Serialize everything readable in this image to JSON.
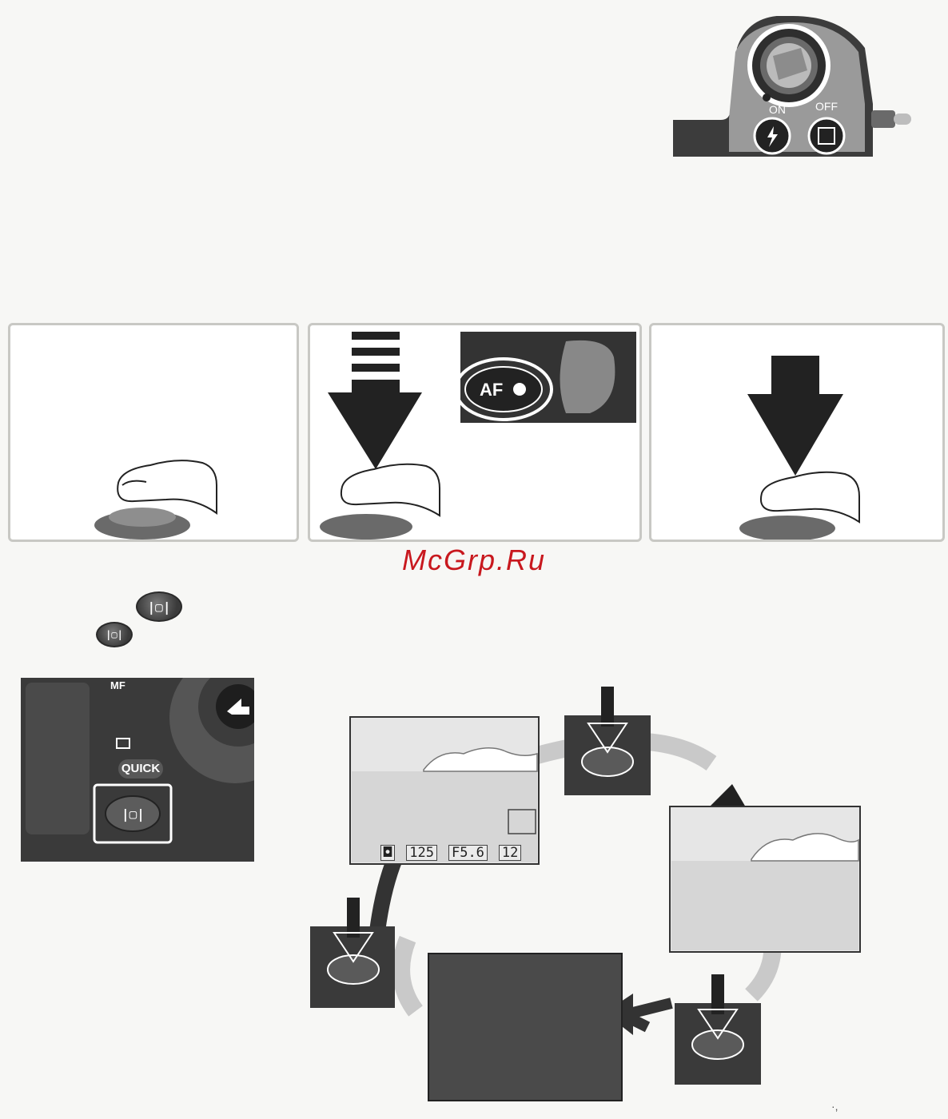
{
  "camera_top": {
    "on_label": "ON",
    "off_label": "OFF",
    "flash_icon": "flash-icon",
    "exposure_icon": "exposure-compensation-icon"
  },
  "shutter_panels": {
    "af_label": "AF"
  },
  "watermark": {
    "text": "McGrp.Ru"
  },
  "monitor_buttons": {
    "glyph": "|▢|"
  },
  "camera_back": {
    "mf_label": "MF",
    "quick_label": "QUICK",
    "enter_icon": "enter-icon",
    "image_icon": "image-quality-icon"
  },
  "lcd_status": {
    "mode": "◘",
    "shutter": "125",
    "aperture": "F5.6",
    "frames": "12"
  },
  "page_mark": {
    "text": "·,"
  },
  "colors": {
    "watermark": "#c8181e",
    "camera_body": "#3a3a3a",
    "highlight_ring": "#ffffff"
  }
}
